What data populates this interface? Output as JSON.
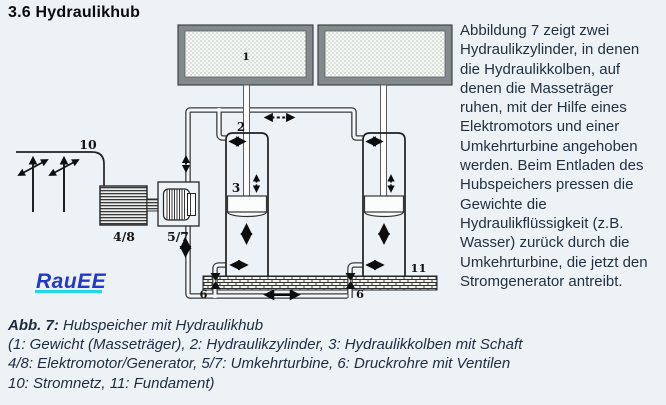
{
  "heading": "3.6 Hydraulikhub",
  "description": {
    "text": "Abbildung 7 zeigt zwei\nHydraulikzylinder, in denen\ndie Hydraulikkolben, auf\ndenen die Masseträger\nruhen, mit der Hilfe eines\nElektromotors und einer\nUmkehrturbine angehoben\nwerden. Beim Entladen des\nHubspeichers pressen die\nGewichte die\nHydraulikflüssigkeit (z.B.\nWasser) zurück durch die\nUmkehrturbine, die jetzt den\nStromgenerator antreibt."
  },
  "caption": {
    "line1_label": "Abb. 7:",
    "line1_text": " Hubspeicher mit Hydraulikhub",
    "rest": "(1: Gewicht (Masseträger), 2: Hydraulikzylinder, 3: Hydraulikkolben mit Schaft\n4/8: Elektromotor/Generator, 5/7: Umkehrturbine, 6: Druckrohre mit Ventilen\n10: Stromnetz, 11: Fundament)"
  },
  "diagram": {
    "labels": {
      "mass": "1",
      "cylinder": "2",
      "piston": "3",
      "motor": "4/8",
      "turbine": "5/7",
      "valve_left": "6",
      "valve_right": "6",
      "grid": "10",
      "foundation": "11"
    },
    "logo": "RauEE",
    "logo_color": "#2438c8",
    "logo_underline_color": "#1fd8e8",
    "colors": {
      "page_background": "#edf2f7",
      "line_ink": "#2b2b2b",
      "mass_frame": "#828a8c"
    }
  }
}
